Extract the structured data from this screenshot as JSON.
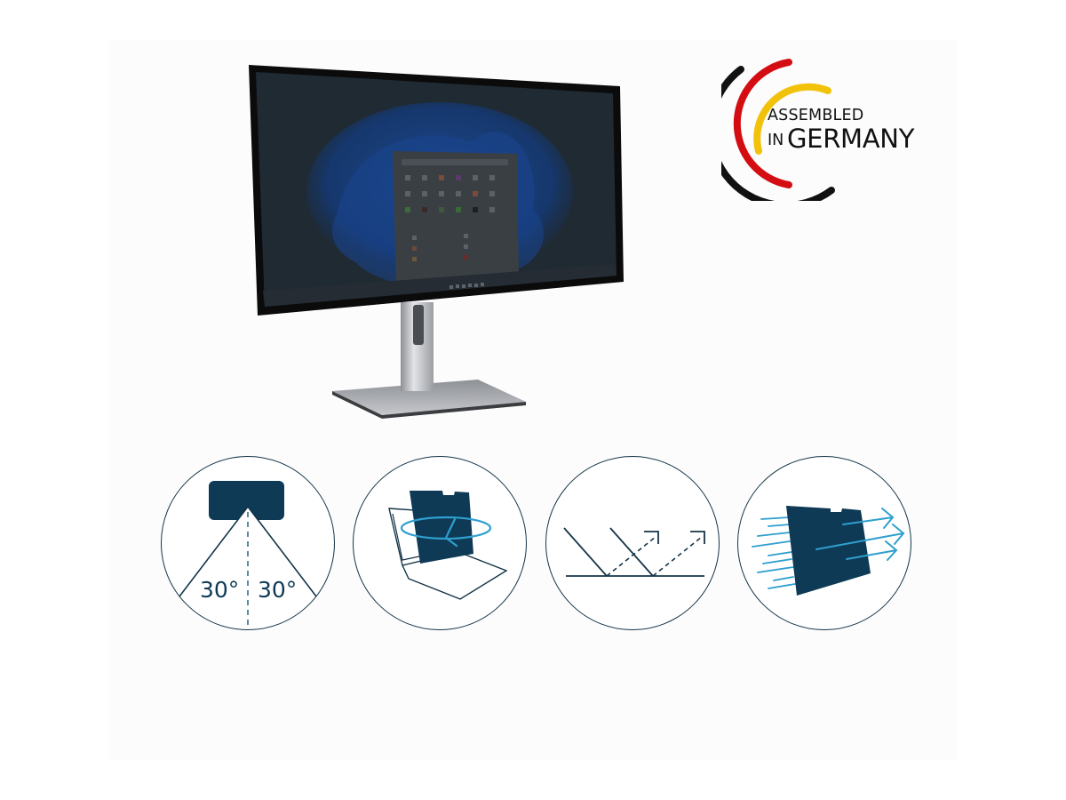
{
  "badge": {
    "line1": "ASSEMBLED",
    "line2_prefix": "IN",
    "line2_main": "GERMANY",
    "arc_colors": [
      "#111111",
      "#d40d12",
      "#f2c20b"
    ]
  },
  "product": {
    "name": "privacy-filter-monitor",
    "screen_tint": "#1f2a33",
    "frame_color": "#0b0b0c",
    "stand_color": "#b9bcc1"
  },
  "features": [
    {
      "id": "viewing-angle",
      "label_left": "30°",
      "label_right": "30°"
    },
    {
      "id": "reversible-filter"
    },
    {
      "id": "anti-glare"
    },
    {
      "id": "blue-light-filter"
    }
  ],
  "colors": {
    "icon_navy": "#0e3a56",
    "icon_outline": "#143447",
    "accent_cyan": "#2e9fce",
    "background": "#ffffff",
    "panel": "#fcfcfc"
  }
}
